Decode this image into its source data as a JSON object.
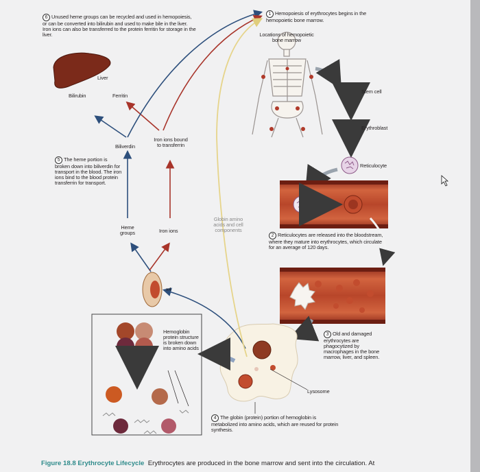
{
  "steps": {
    "s1": {
      "num": "1",
      "text": "Hemopoiesis of erythrocytes begins in the hemopoietic bone marrow."
    },
    "s2": {
      "num": "2",
      "text": "Reticulocytes are released into the bloodstream, where they mature into erythrocytes, which circulate for an average of 120 days."
    },
    "s3": {
      "num": "3",
      "text": "Old and damaged erythrocytes are phagocytized by macrophages in the bone marrow, liver, and spleen."
    },
    "s4": {
      "num": "4",
      "text": "The globin (protein) portion of hemoglobin is metabolized into amino acids, which are reused for protein synthesis."
    },
    "s5": {
      "num": "5",
      "text": "The heme portion is broken down into biliverdin for transport in the blood. The iron ions bind to the blood protein transferrin for transport."
    },
    "s6": {
      "num": "6",
      "text": "Unused heme groups can be recycled and used in hemopoiesis, or can be converted into bilirubin and used to make bile in the liver. Iron ions can also be transferred to the protein ferritin for storage in the liver."
    }
  },
  "labels": {
    "locations": "Locations of hemopoietic bone marrow",
    "stem_cell": "Stem cell",
    "erythroblast": "Erythroblast",
    "reticulocyte": "Reticulocyte",
    "liver": "Liver",
    "bilirubin": "Bilirubin",
    "ferritin": "Ferritin",
    "biliverdin": "Biliverdin",
    "iron_bound": "Iron ions bound to transferrin",
    "heme_groups": "Heme groups",
    "iron_ions": "Iron ions",
    "globin": "Globin amino acids and cell components",
    "x4": "x4",
    "hemoglobin": "Hemoglobin protein structure is broken down into amino acids",
    "lysosome": "Lysosome"
  },
  "caption": {
    "figure": "Figure 18.8 Erythrocyte Lifecycle",
    "text": "Erythrocytes are produced in the bone marrow and sent into the circulation. At"
  },
  "colors": {
    "teal_caption": "#2f8b8b",
    "arrow_blue": "#2d4f7c",
    "arrow_red": "#a8342a",
    "arrow_yellow": "#e6d48a",
    "vessel": "#b5442c"
  }
}
